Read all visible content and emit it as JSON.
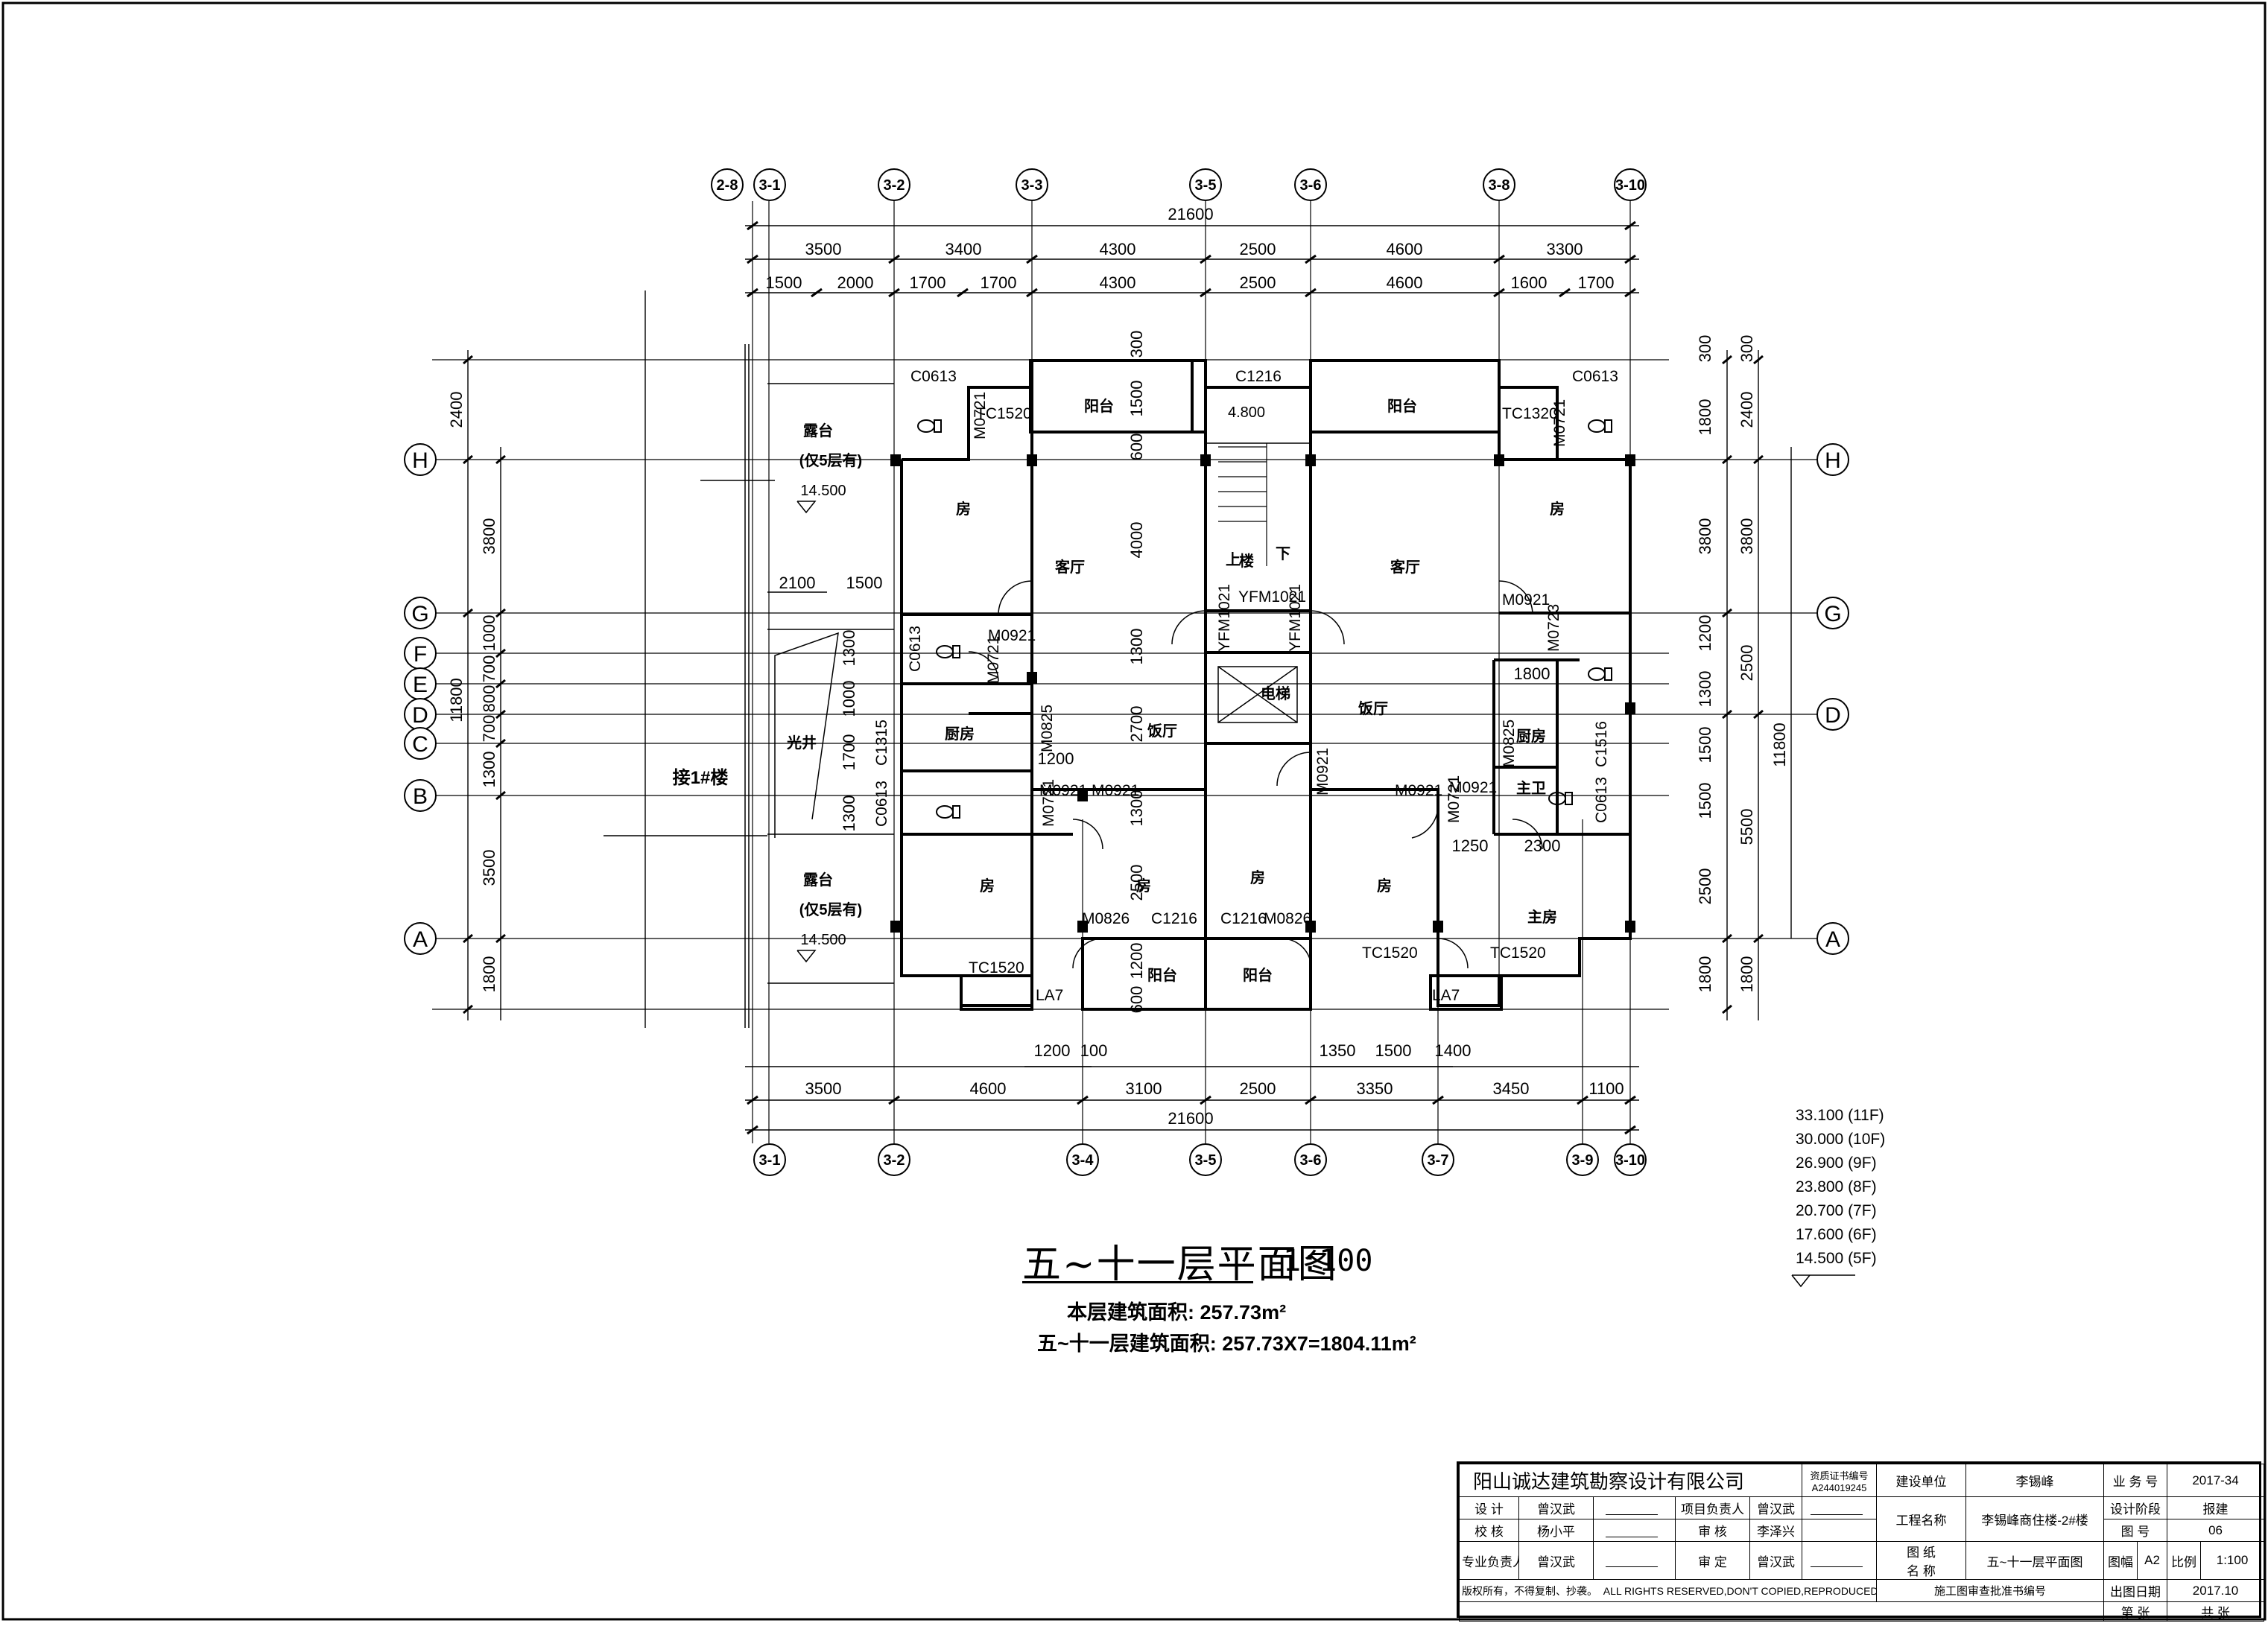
{
  "drawing": {
    "title": "五~十一层平面图",
    "scale": "1:100",
    "area_floor_label": "本层建筑面积: 257.73m²",
    "area_total_label": "五~十一层建筑面积: 257.73X7=1804.11m²"
  },
  "axes": {
    "top": [
      "2-8",
      "3-1",
      "3-2",
      "3-3",
      "3-5",
      "3-6",
      "3-8",
      "3-10"
    ],
    "bottom": [
      "3-1",
      "3-2",
      "3-4",
      "3-5",
      "3-6",
      "3-7",
      "3-9",
      "3-10"
    ],
    "left": [
      "H",
      "G",
      "F",
      "E",
      "D",
      "C",
      "B",
      "A"
    ],
    "right": [
      "H",
      "G",
      "D",
      "A"
    ]
  },
  "dims": {
    "top_total": "21600",
    "top_row1": [
      "3500",
      "3400",
      "4300",
      "2500",
      "4600",
      "3300"
    ],
    "top_row2": [
      "1500",
      "2000",
      "1700",
      "1700",
      "4300",
      "2500",
      "4600",
      "1600",
      "1700"
    ],
    "bottom_row1": [
      "3500",
      "4600",
      "3100",
      "2500",
      "3350",
      "3450",
      "1100"
    ],
    "bottom_total": "21600",
    "bottom_local": [
      "1200",
      "100",
      "1350",
      "1500",
      "1400"
    ],
    "left_outer": [
      "2400",
      "3800",
      "1000",
      "700",
      "800",
      "700",
      "1300",
      "3500",
      "1800"
    ],
    "left_total": "11800",
    "right_outer": [
      "300",
      "2400",
      "3800",
      "2500",
      "11800",
      "5500",
      "1800"
    ],
    "right_inner": [
      "300",
      "1800",
      "3800",
      "1200",
      "1300",
      "1500",
      "1500",
      "2500",
      "1800"
    ],
    "left_inner": [
      "1300",
      "1000",
      "1700",
      "1300"
    ],
    "light_well_dims": [
      "2100",
      "1500"
    ],
    "kitchen_dims": [
      "1200",
      "1800",
      "1250",
      "2300"
    ],
    "center_col": [
      "1500",
      "4000",
      "1300",
      "2700",
      "1300",
      "2500",
      "1200",
      "600",
      "300",
      "600"
    ]
  },
  "rooms": {
    "balcony": "阳台",
    "terrace": "露台",
    "terrace_note": "(仅5层有)",
    "elev_14500": "14.500",
    "bedroom": "房",
    "living": "客厅",
    "dining": "饭厅",
    "kitchen": "厨房",
    "light_well": "光井",
    "connect": "接1#楼",
    "stair_up": "上",
    "stair_label": "楼",
    "stair_down": "下",
    "elevator": "电梯",
    "master_bath": "主卫",
    "master_bed": "主房",
    "elev_4800": "4.800"
  },
  "codes": {
    "c0613": "C0613",
    "tc1520": "TC1520",
    "tc1320": "TC1320",
    "m0721": "M0721",
    "m0921": "M0921",
    "m0825": "M0825",
    "m0826": "M0826",
    "m0723": "M0723",
    "c1216": "C1216",
    "c1315": "C1315",
    "c1516": "C1516",
    "yfm1021": "YFM1021",
    "ka7": "LA7",
    "n1200": "1200",
    "n1800": "1800"
  },
  "elevations": [
    "33.100 (11F)",
    "30.000 (10F)",
    "26.900 (9F)",
    "23.800 (8F)",
    "20.700 (7F)",
    "17.600 (6F)",
    "14.500 (5F)"
  ],
  "titleblock": {
    "firm": "阳山诚达建筑勘察设计有限公司",
    "cert_label": "资质证书编号",
    "cert_no": "A244019245",
    "client_label": "建设单位",
    "client": "李锡峰",
    "project_label": "工程名称",
    "project": "李锡峰商住楼-2#楼",
    "drawing_label1": "图 纸",
    "drawing_label2": "名 称",
    "drawing_name": "五~十一层平面图",
    "row_design": "设 计",
    "row_check": "校 核",
    "row_discipline": "专业负责人",
    "designer": "曾汉武",
    "checker": "杨小平",
    "discipline_lead": "曾汉武",
    "project_lead_label": "项目负责人",
    "project_lead": "曾汉武",
    "review_label": "审 核",
    "reviewer": "李泽兴",
    "approve_label": "审 定",
    "approver": "曾汉武",
    "job_no_label": "业 务 号",
    "job_no": "2017-34",
    "stage_label": "设计阶段",
    "stage": "报建",
    "sheet_no_label": "图 号",
    "sheet_no": "06",
    "size_label": "图幅",
    "size": "A2",
    "scale_label": "比例",
    "scale": "1:100",
    "date_label": "出图日期",
    "date": "2017.10",
    "footer_left": "版权所有，不得复制、抄袭。",
    "footer_rights": "ALL RIGHTS RESERVED,DON'T COPIED,REPRODUCED.",
    "footer_seal": "施工图审查批准书编号",
    "footer_page1": "第 张",
    "footer_page2": "共 张"
  }
}
